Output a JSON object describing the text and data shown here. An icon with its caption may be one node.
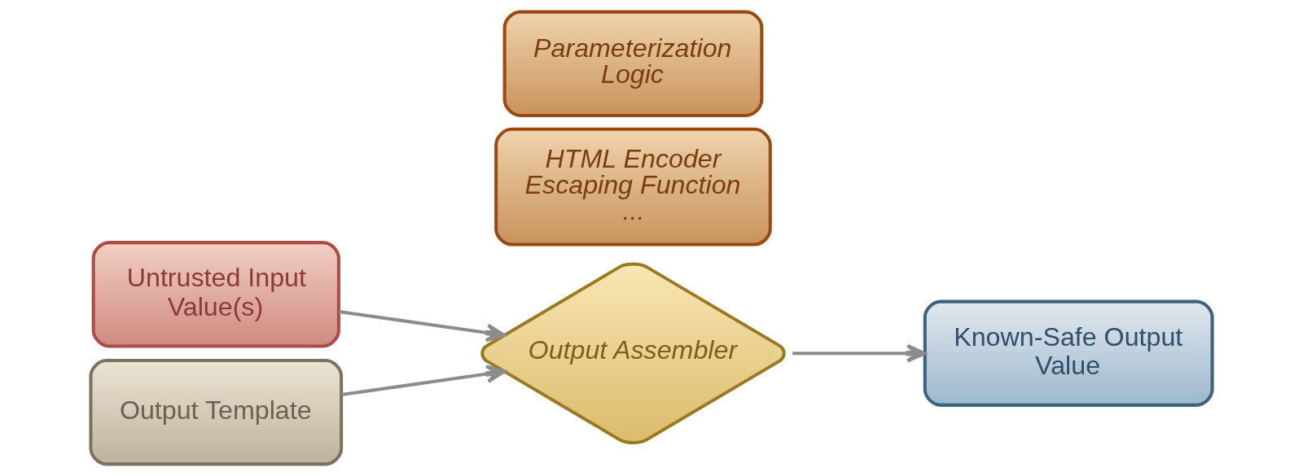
{
  "diagram": {
    "nodes": [
      {
        "text": [
          "Untrusted Input Value(s)"
        ]
      },
      {
        "text": [
          "Output Template"
        ]
      },
      {
        "text": [
          "HTML Encoder",
          "Escaping Function",
          "..."
        ]
      },
      {
        "text": [
          "Output Assembler"
        ]
      },
      {
        "text": [
          "Parameterization Logic"
        ]
      },
      {
        "text": [
          "Known-Safe Output Value"
        ]
      }
    ],
    "edges": [
      {
        "from": 0,
        "to": 3,
        "arrow": "to"
      },
      {
        "from": 1,
        "to": 3,
        "arrow": "to"
      },
      {
        "from": 3,
        "to": 5,
        "arrow": "to"
      }
    ]
  }
}
